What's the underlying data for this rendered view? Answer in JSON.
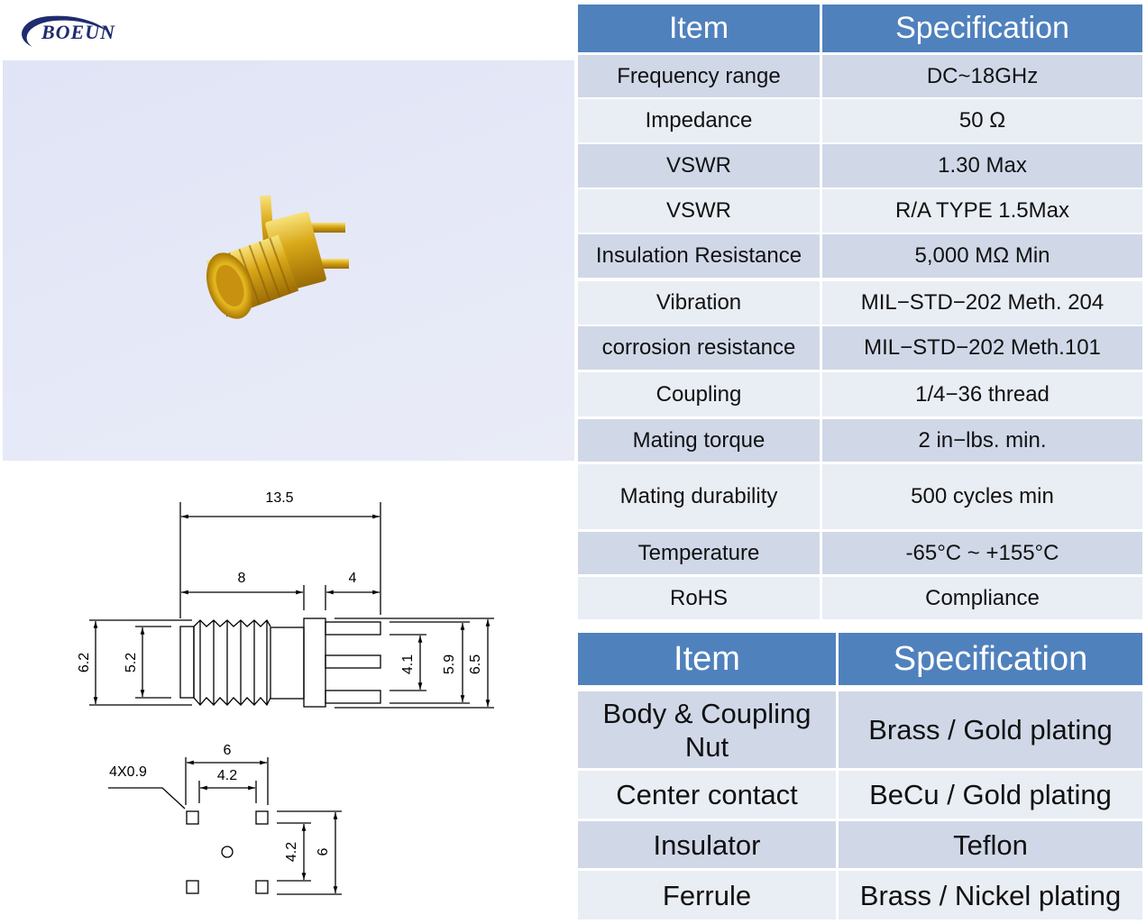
{
  "brand": {
    "logo_text": "BOEUN"
  },
  "drawing": {
    "side_view": {
      "overall_length": "13.5",
      "thread_length": "8",
      "pin_length": "4",
      "thread_dia_outer": "6.2",
      "thread_dia_inner": "5.2",
      "pin_spacing": "4.1",
      "pin_span": "5.9",
      "flange_height": "6.5"
    },
    "footprint": {
      "hole_note": "4X0.9",
      "outer_x": "6",
      "inner_x": "4.2",
      "inner_y": "4.2",
      "outer_y": "6"
    }
  },
  "spec_table": {
    "headers": [
      "Item",
      "Specification"
    ],
    "rows": [
      {
        "item": "Frequency range",
        "spec": "DC~18GHz"
      },
      {
        "item": "Impedance",
        "spec": "50 Ω"
      },
      {
        "item": "VSWR",
        "spec": "1.30 Max"
      },
      {
        "item": "VSWR",
        "spec": "R/A TYPE 1.5Max"
      },
      {
        "item": "Insulation Resistance",
        "spec": "5,000 MΩ Min"
      },
      {
        "item": "Vibration",
        "spec": "MIL−STD−202 Meth. 204"
      },
      {
        "item": "corrosion resistance",
        "spec": "MIL−STD−202 Meth.101"
      },
      {
        "item": "Coupling",
        "spec": "1/4−36 thread"
      },
      {
        "item": "Mating torque",
        "spec": "2 in−lbs. min."
      },
      {
        "item": "Mating durability",
        "spec": "500 cycles min"
      },
      {
        "item": "Temperature",
        "spec": "-65°C ~ +155°C"
      },
      {
        "item": "RoHS",
        "spec": "Compliance"
      }
    ]
  },
  "material_table": {
    "headers": [
      "Item",
      "Specification"
    ],
    "rows": [
      {
        "item": "Body & Coupling Nut",
        "spec": "Brass / Gold plating"
      },
      {
        "item": "Center contact",
        "spec": "BeCu / Gold plating"
      },
      {
        "item": "Insulator",
        "spec": "Teflon"
      },
      {
        "item": "Ferrule",
        "spec": "Brass / Nickel plating"
      }
    ]
  },
  "colors": {
    "header": "#4f81bd",
    "row_dark": "#d0d8e8",
    "row_light": "#e9edf4",
    "logo": "#1f2c6e"
  }
}
